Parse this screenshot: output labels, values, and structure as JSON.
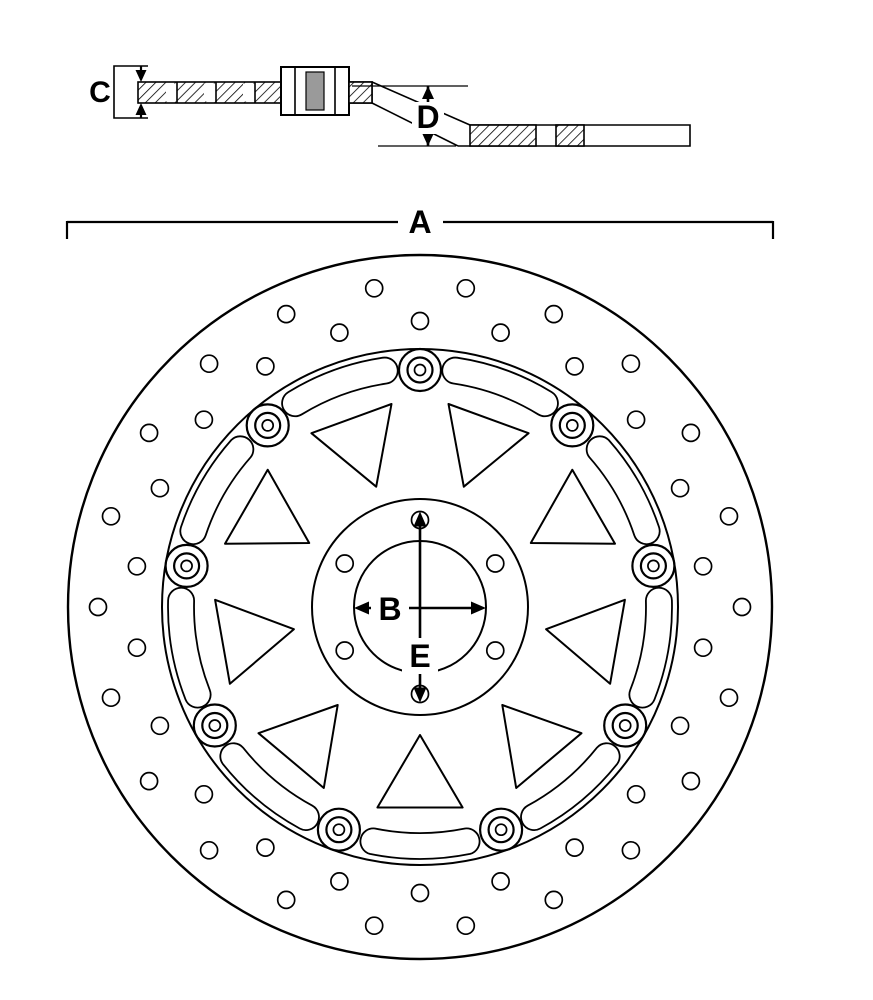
{
  "labels": {
    "A": "A",
    "B": "B",
    "C": "C",
    "D": "D",
    "E": "E"
  },
  "colors": {
    "line": "#000000",
    "background": "#ffffff"
  },
  "diagram": {
    "kind": "technical-drawing",
    "subject": "floating brake disc with dimension callouts",
    "views": [
      {
        "name": "cross-section",
        "dimension_labels": [
          "C",
          "D"
        ]
      },
      {
        "name": "front-view",
        "dimension_labels": [
          "A",
          "B",
          "E"
        ]
      }
    ]
  }
}
